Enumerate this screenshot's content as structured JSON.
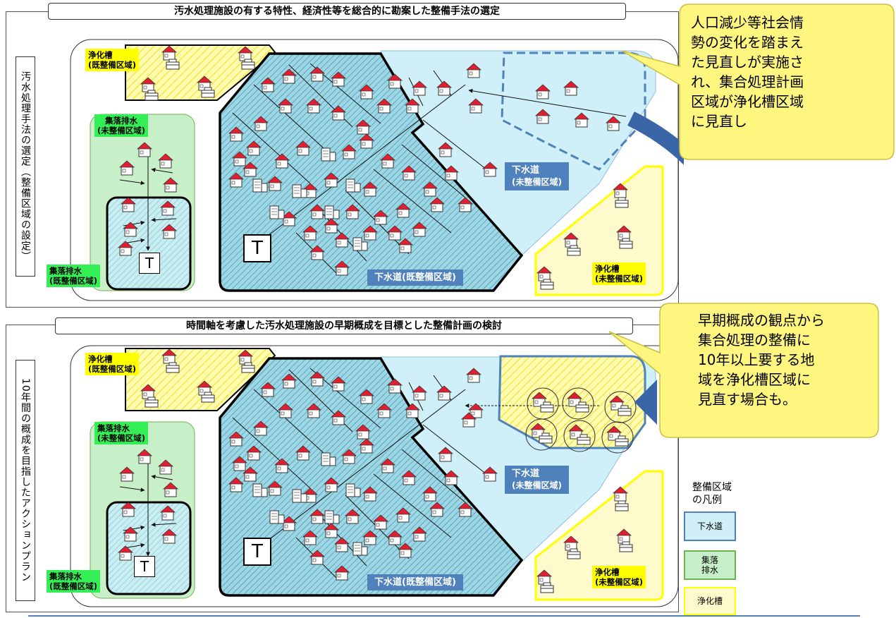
{
  "section1": {
    "title": "汚水処理施設の有する特性、経済性等を総合的に勘案した整備手法の選定",
    "side_label": "汚水処理手法の選定（整備区域の設定）",
    "labels": {
      "jokaso_existing": [
        "浄化槽",
        "(既整備区域)"
      ],
      "village_unserviced": [
        "集落排水",
        "(未整備区域)"
      ],
      "village_existing": [
        "集落排水",
        "(既整備区域)"
      ],
      "sewer_unserviced": [
        "下水道",
        "(未整備区域)"
      ],
      "sewer_existing": "下水道(既整備区域)",
      "jokaso_unserviced": [
        "浄化槽",
        "(未整備区域)"
      ]
    },
    "t_marker": "T",
    "callout": [
      "人口減少等社会情",
      "勢の変化を踏まえ",
      "た見直しが実施さ",
      "れ、集合処理計画",
      "区域が浄化槽区域",
      "に見直し"
    ]
  },
  "section2": {
    "title": "時間軸を考慮した汚水処理施設の早期概成を目標とした整備計画の検討",
    "side_label": "10年間の概成を目指したアクションプラン",
    "labels": {
      "jokaso_existing": [
        "浄化槽",
        "(既整備区域)"
      ],
      "village_unserviced": [
        "集落排水",
        "(未整備区域)"
      ],
      "village_existing": [
        "集落排水",
        "(既整備区域)"
      ],
      "sewer_unserviced": [
        "下水道",
        "(未整備区域)"
      ],
      "sewer_existing": "下水道(既整備区域)",
      "jokaso_unserviced": [
        "浄化槽",
        "(未整備区域)"
      ]
    },
    "t_marker": "T",
    "callout": [
      "早期概成の観点から",
      "集合処理の整備に",
      "10年以上要する地",
      "域を浄化槽区域に",
      "見直す場合も。"
    ]
  },
  "legend": {
    "title": [
      "整備区域",
      "の凡例"
    ],
    "items": [
      {
        "label": "下水道",
        "color": "#cfeef5",
        "border": "#4f81bd"
      },
      {
        "label": "集落\n排水",
        "color": "#c8f0c8",
        "border": "#70b050"
      },
      {
        "label": "浄化槽",
        "color": "#fffacc",
        "border": "#ffff00"
      }
    ]
  },
  "colors": {
    "sewer_existing": "#7ec8d8",
    "sewer_unserviced": "#cff0f8",
    "village": "#c8f0c8",
    "jokaso": "#fffacc",
    "callout": "#fff680",
    "arrow": "#3a66a8"
  }
}
